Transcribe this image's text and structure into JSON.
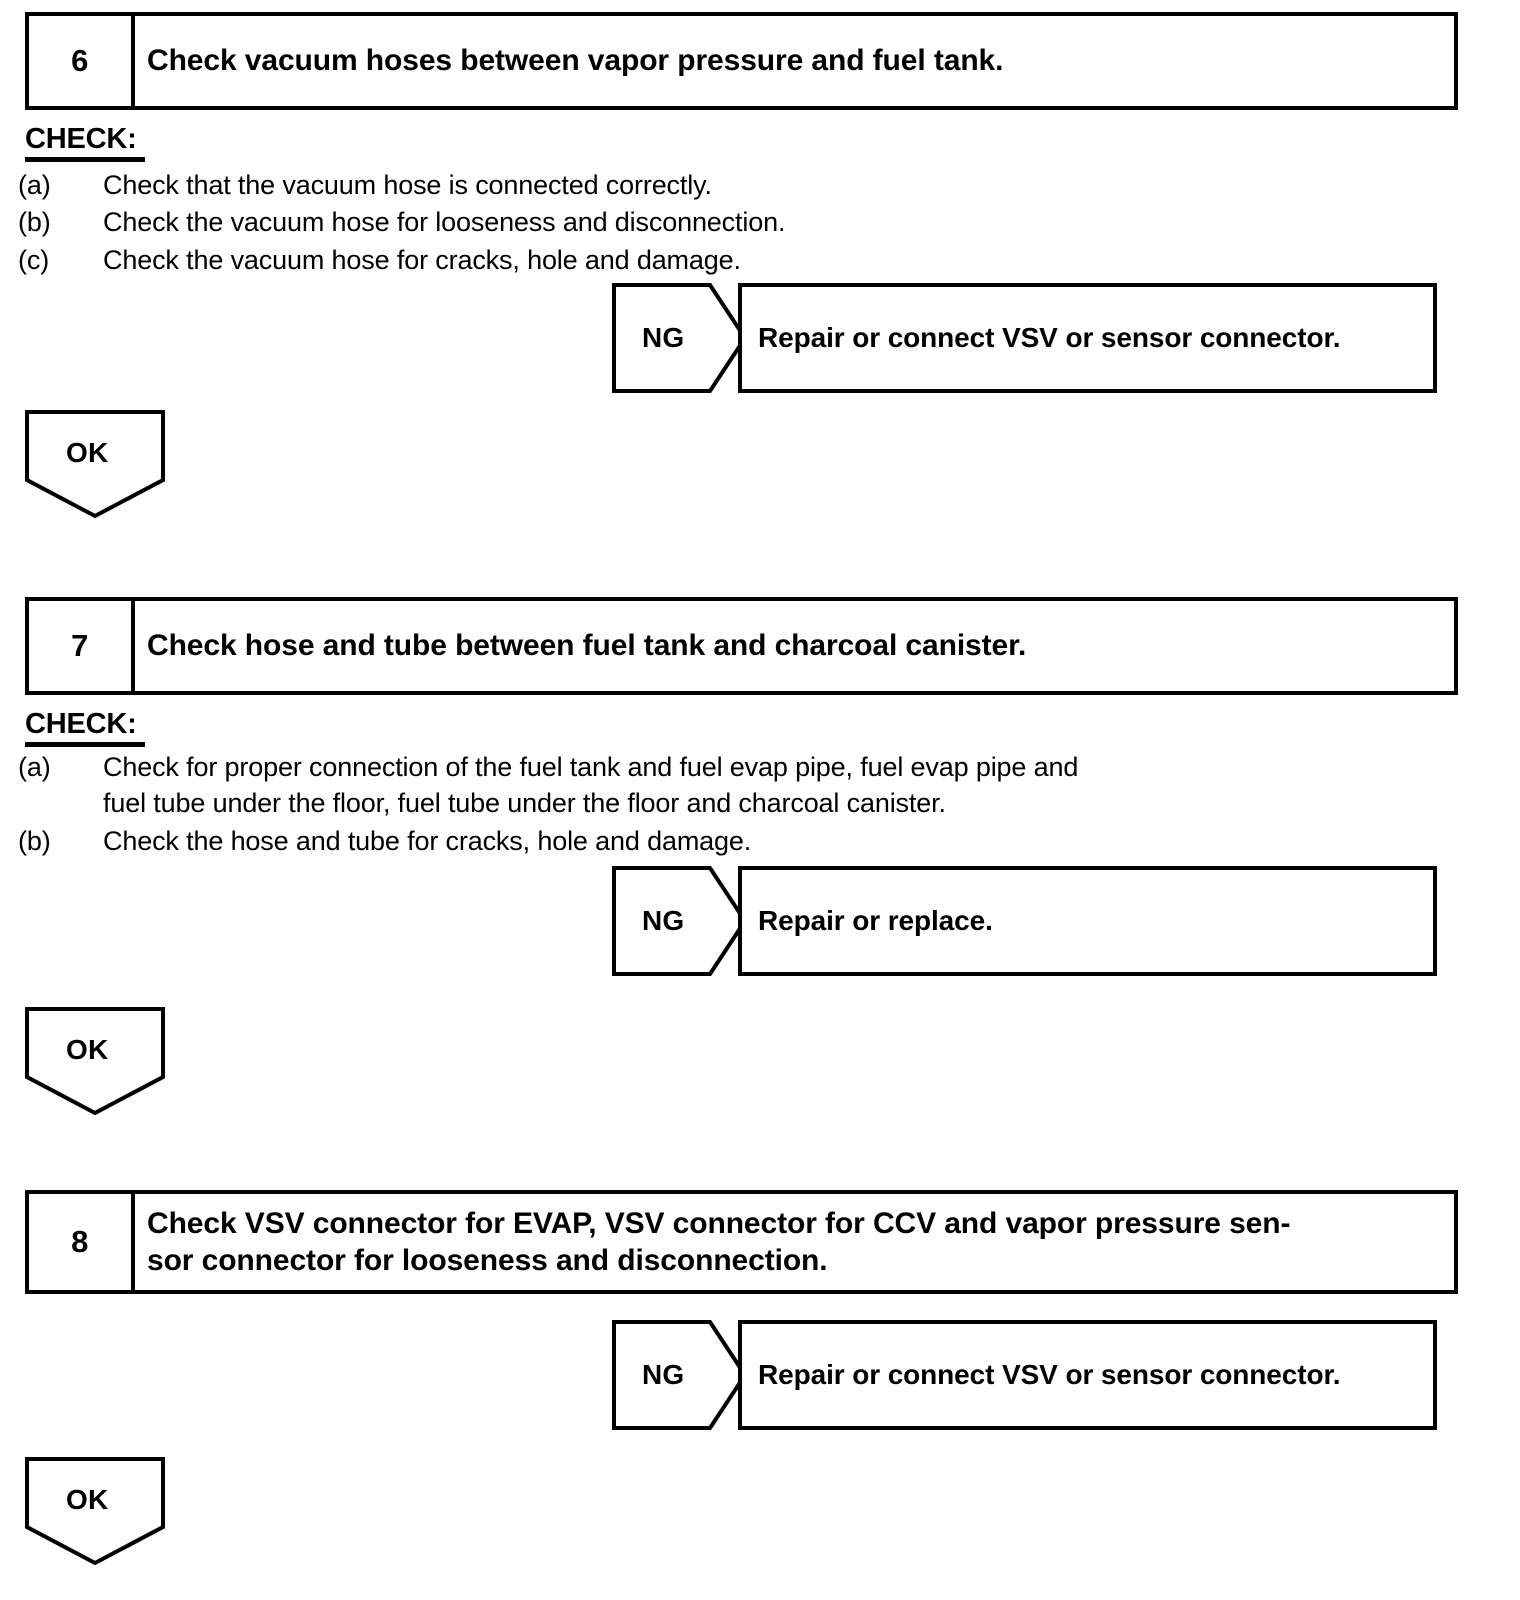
{
  "document": {
    "type": "diagnostic-flowchart",
    "steps": [
      {
        "number": "6",
        "title": "Check vacuum hoses between vapor pressure and fuel tank.",
        "title_line2": "",
        "check_heading": "CHECK:",
        "items": [
          {
            "marker": "(a)",
            "text": "Check that the vacuum hose is connected correctly.",
            "continuation": ""
          },
          {
            "marker": "(b)",
            "text": "Check the vacuum hose for looseness and disconnection.",
            "continuation": ""
          },
          {
            "marker": "(c)",
            "text": "Check the vacuum hose for cracks, hole and damage.",
            "continuation": ""
          }
        ],
        "ng_label": "NG",
        "ng_result": "Repair or connect VSV or sensor connector.",
        "ok_label": "OK"
      },
      {
        "number": "7",
        "title": "Check hose and tube between fuel tank and charcoal canister.",
        "title_line2": "",
        "check_heading": "CHECK:",
        "items": [
          {
            "marker": "(a)",
            "text": "Check for proper connection of the fuel tank and fuel evap pipe, fuel evap pipe and",
            "continuation": "fuel tube under the floor, fuel tube under the floor and charcoal canister."
          },
          {
            "marker": "(b)",
            "text": "Check the hose and tube for cracks, hole and damage.",
            "continuation": ""
          }
        ],
        "ng_label": "NG",
        "ng_result": "Repair or replace.",
        "ok_label": "OK"
      },
      {
        "number": "8",
        "title": "Check VSV connector for EVAP, VSV connector for CCV and vapor pressure sen-",
        "title_line2": "sor connector for looseness and disconnection.",
        "check_heading": "",
        "items": [],
        "ng_label": "NG",
        "ng_result": "Repair or connect VSV or sensor connector.",
        "ok_label": "OK"
      }
    ]
  },
  "colors": {
    "ink": "#000000",
    "paper": "#ffffff"
  }
}
